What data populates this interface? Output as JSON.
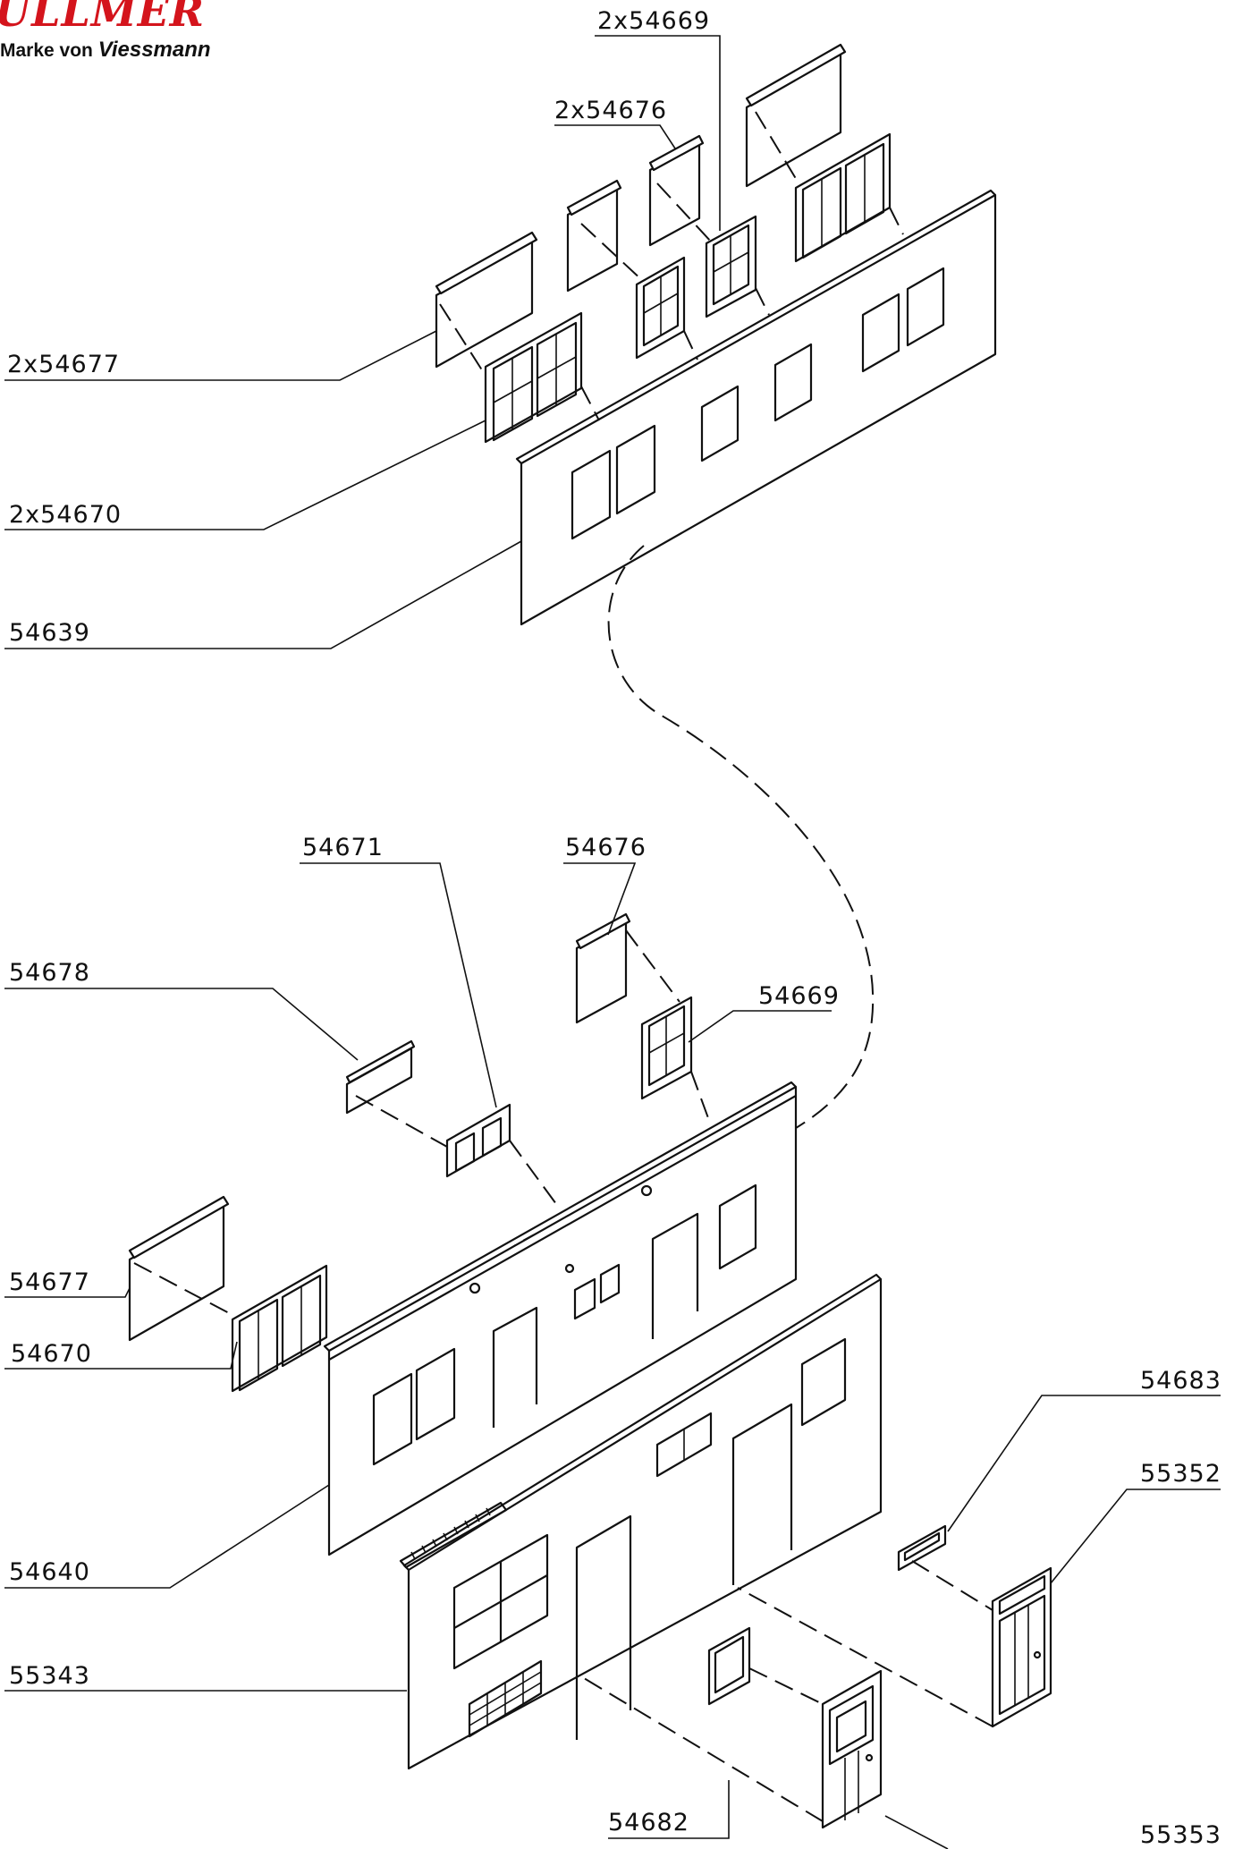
{
  "brand": {
    "name": "ULLMER",
    "subtitle_prefix": "Marke von",
    "subtitle_brand": "Viessmann",
    "color": "#d4141c"
  },
  "labels": {
    "l_2x54669": "2x54669",
    "l_2x54676": "2x54676",
    "l_2x54677": "2x54677",
    "l_2x54670": "2x54670",
    "l_54639": "54639",
    "l_54671": "54671",
    "l_54676": "54676",
    "l_54678": "54678",
    "l_54669": "54669",
    "l_54677": "54677",
    "l_54670": "54670",
    "l_54640": "54640",
    "l_55343": "55343",
    "l_54683": "54683",
    "l_55352": "55352",
    "l_54682": "54682",
    "l_55353": "55353"
  }
}
